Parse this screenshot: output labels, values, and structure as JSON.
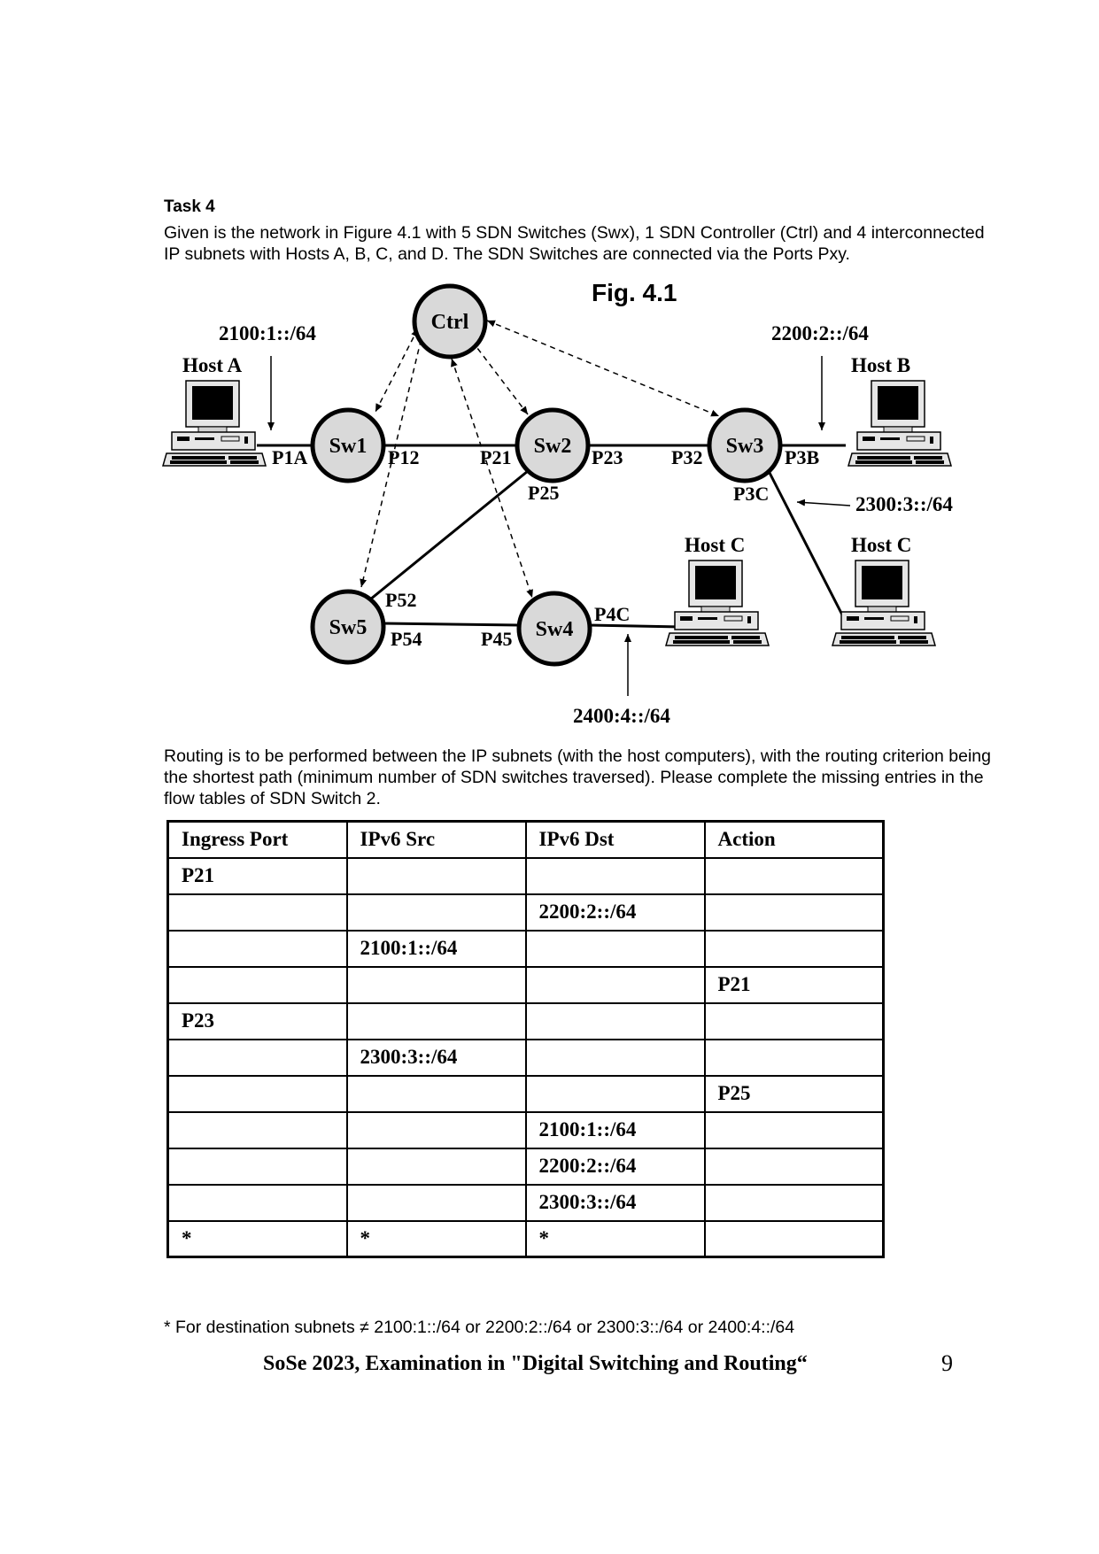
{
  "task": {
    "title": "Task 4",
    "intro": "Given is the network in Figure 4.1 with 5 SDN Switches (Swx), 1 SDN Controller (Ctrl) and 4 interconnected IP subnets with Hosts A, B, C, and D. The SDN Switches are connected via the Ports Pxy."
  },
  "figure": {
    "caption": "Fig. 4.1",
    "nodes": {
      "ctrl": "Ctrl",
      "sw1": "Sw1",
      "sw2": "Sw2",
      "sw3": "Sw3",
      "sw4": "Sw4",
      "sw5": "Sw5"
    },
    "hosts": {
      "a": "Host A",
      "b": "Host B",
      "c1": "Host C",
      "c2": "Host C"
    },
    "subnets": {
      "s1": "2100:1::/64",
      "s2": "2200:2::/64",
      "s3": "2300:3::/64",
      "s4": "2400:4::/64"
    },
    "ports": {
      "p1a": "P1A",
      "p12": "P12",
      "p21": "P21",
      "p23": "P23",
      "p32": "P32",
      "p3b": "P3B",
      "p25": "P25",
      "p3c": "P3C",
      "p52": "P52",
      "p54": "P54",
      "p45": "P45",
      "p4c": "P4C"
    }
  },
  "routing_text": "Routing is to be performed between the IP subnets (with the host computers), with the routing criterion being the shortest path (minimum number of SDN switches traversed). Please complete the missing entries in the flow tables of SDN Switch 2.",
  "flow_table": {
    "headers": [
      "Ingress Port",
      "IPv6 Src",
      "IPv6 Dst",
      "Action"
    ],
    "rows": [
      [
        "P21",
        "",
        "",
        ""
      ],
      [
        "",
        "",
        "2200:2::/64",
        ""
      ],
      [
        "",
        "2100:1::/64",
        "",
        ""
      ],
      [
        "",
        "",
        "",
        "P21"
      ],
      [
        "P23",
        "",
        "",
        ""
      ],
      [
        "",
        "2300:3::/64",
        "",
        ""
      ],
      [
        "",
        "",
        "",
        "P25"
      ],
      [
        "",
        "",
        "2100:1::/64",
        ""
      ],
      [
        "",
        "",
        "2200:2::/64",
        ""
      ],
      [
        "",
        "",
        "2300:3::/64",
        ""
      ],
      [
        "*",
        "*",
        "*",
        ""
      ]
    ]
  },
  "footnote": "* For destination subnets ≠ 2100:1::/64 or 2200:2::/64 or 2300:3::/64 or 2400:4::/64",
  "footer": {
    "title": "SoSe 2023, Examination in \"Digital Switching and Routing“",
    "page_number": "9"
  },
  "colors": {
    "node_fill": "#d9d9d9",
    "line": "#000000"
  }
}
